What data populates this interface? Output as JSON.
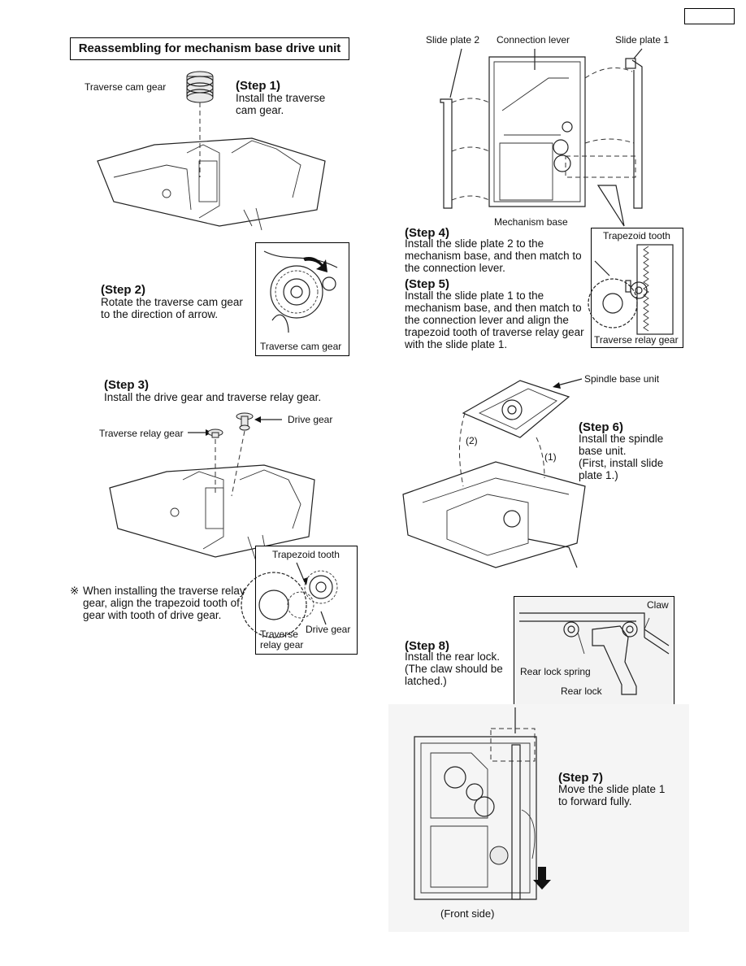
{
  "section_title": "Reassembling for mechanism base drive unit",
  "steps": {
    "step1": {
      "heading": "(Step 1)",
      "body": "Install the traverse\ncam gear."
    },
    "step2": {
      "heading": "(Step 2)",
      "body": "Rotate the traverse cam gear\nto the direction of arrow."
    },
    "step3": {
      "heading": "(Step 3)",
      "body": "Install the drive gear and traverse relay gear."
    },
    "step4": {
      "heading": "(Step 4)",
      "body": "Install the slide plate 2 to the\nmechanism base, and then match to\nthe connection lever."
    },
    "step5": {
      "heading": "(Step 5)",
      "body": "Install the slide plate 1 to the\nmechanism base, and then match to\nthe connection lever and align the\ntrapezoid tooth of traverse relay gear\nwith the slide plate 1."
    },
    "step6": {
      "heading": "(Step 6)",
      "body": "Install the spindle\nbase unit.\n(First, install slide\n plate 1.)"
    },
    "step7": {
      "heading": "(Step 7)",
      "body": "Move the slide plate 1\nto forward fully."
    },
    "step8": {
      "heading": "(Step 8)",
      "body": "Install the rear lock.\n(The claw should be\n latched.)"
    }
  },
  "note": {
    "symbol": "※",
    "text": "When installing the traverse relay\n  gear, align the trapezoid tooth of\n  gear with tooth of drive gear."
  },
  "labels": {
    "traverse_cam_gear": "Traverse cam gear",
    "traverse_cam_gear_detail": "Traverse cam gear",
    "traverse_relay_gear": "Traverse relay gear",
    "drive_gear": "Drive gear",
    "trapezoid_tooth_a": "Trapezoid tooth",
    "drive_gear_b": "Drive gear",
    "traverse_relay_gear_b1": "Traverse",
    "traverse_relay_gear_b2": "relay gear",
    "slide_plate_2": "Slide plate 2",
    "connection_lever": "Connection lever",
    "slide_plate_1": "Slide plate 1",
    "mechanism_base": "Mechanism base",
    "trapezoid_tooth_b": "Trapezoid tooth",
    "traverse_relay_gear_c": "Traverse relay gear",
    "spindle_base_unit": "Spindle base unit",
    "marker_2": "(2)",
    "marker_1": "(1)",
    "claw": "Claw",
    "rear_lock_spring": "Rear lock spring",
    "rear_lock": "Rear lock",
    "front_side": "(Front side)"
  }
}
